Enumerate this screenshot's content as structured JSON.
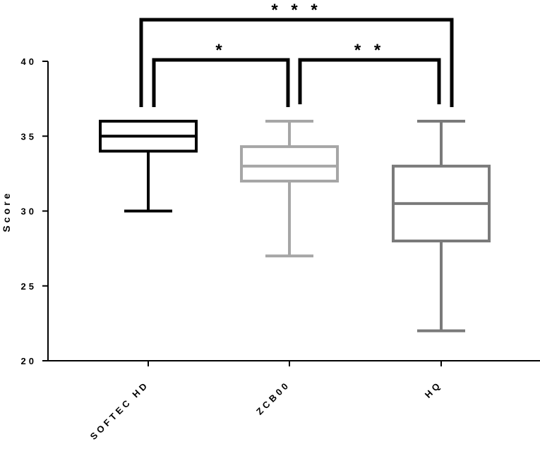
{
  "chart_data": {
    "type": "box",
    "title": "",
    "xlabel": "",
    "ylabel": "Score",
    "ylim": [
      20,
      40
    ],
    "yticks": [
      "20",
      "25",
      "30",
      "35",
      "40"
    ],
    "grid": false,
    "categories": [
      "SOFTEC HD",
      "ZCB00",
      "HQ"
    ],
    "boxes": [
      {
        "category": "SOFTEC HD",
        "min": 30,
        "q1": 34,
        "median": 35,
        "q3": 36,
        "max": 36,
        "color": "#000000"
      },
      {
        "category": "ZCB00",
        "min": 27,
        "q1": 32,
        "median": 33,
        "q3": 34.3,
        "max": 36,
        "color": "#a6a6a6"
      },
      {
        "category": "HQ",
        "min": 22,
        "q1": 28,
        "median": 30.5,
        "q3": 33,
        "max": 36,
        "color": "#7a7a7a"
      }
    ],
    "significance": [
      {
        "from": "SOFTEC HD",
        "to": "HQ",
        "label": "* * *"
      },
      {
        "from": "SOFTEC HD",
        "to": "ZCB00",
        "label": "*"
      },
      {
        "from": "ZCB00",
        "to": "HQ",
        "label": "* *"
      }
    ]
  }
}
